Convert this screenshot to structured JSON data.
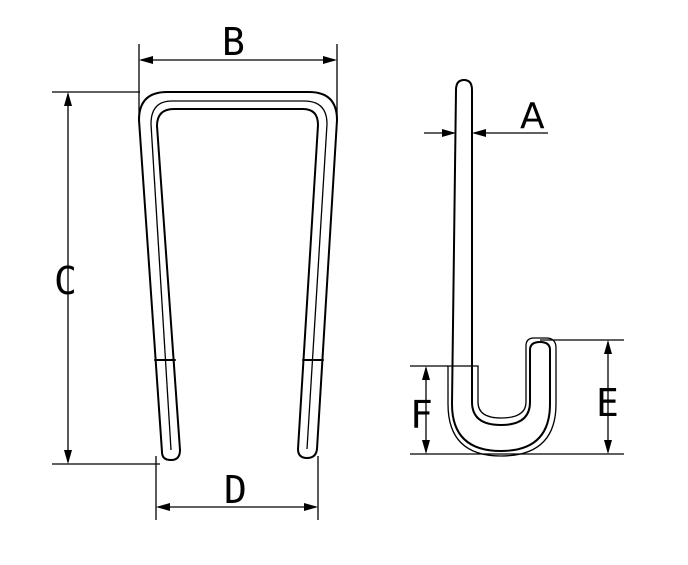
{
  "dimension_labels": {
    "a": "A",
    "b": "B",
    "c": "C",
    "d": "D",
    "e": "E",
    "f": "F"
  }
}
